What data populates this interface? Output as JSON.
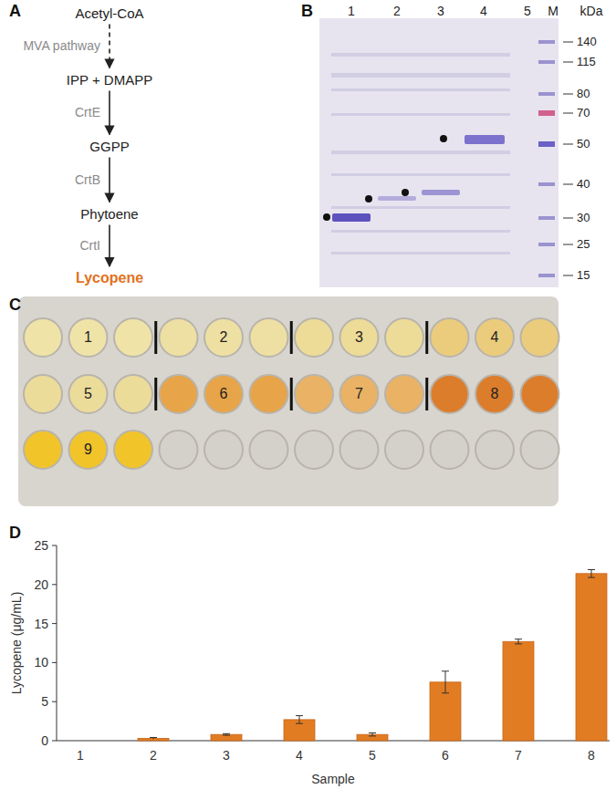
{
  "diagram": {
    "nodes": [
      {
        "text": [
          "Acetyl-CoA"
        ]
      },
      {
        "text": [
          "IPP + DMAPP"
        ]
      },
      {
        "text": [
          "GGPP"
        ]
      },
      {
        "text": [
          "Phytoene"
        ]
      },
      {
        "text": [
          "Lycopene"
        ]
      }
    ],
    "edges": [
      {
        "from": 0,
        "to": 1,
        "arrow": "to",
        "label": "MVA pathway"
      },
      {
        "from": 1,
        "to": 2,
        "arrow": "to",
        "label": "CrtE"
      },
      {
        "from": 2,
        "to": 3,
        "arrow": "to",
        "label": "CrtB"
      },
      {
        "from": 3,
        "to": 4,
        "arrow": "to",
        "label": "CrtI"
      }
    ],
    "labels": [
      "A",
      "B",
      "1",
      "2",
      "3",
      "4",
      "5",
      "M",
      "kDa",
      "140",
      "115",
      "80",
      "70",
      "50",
      "40",
      "30",
      "25",
      "15",
      "C",
      "1",
      "2",
      "3",
      "4",
      "5",
      "6",
      "7",
      "8",
      "9",
      "D",
      "25",
      "20",
      "15",
      "10",
      "5",
      "0",
      "Lycopene (μg/mL)",
      "1",
      "2",
      "3",
      "4",
      "5",
      "6",
      "7",
      "8",
      "Sample"
    ]
  }
}
